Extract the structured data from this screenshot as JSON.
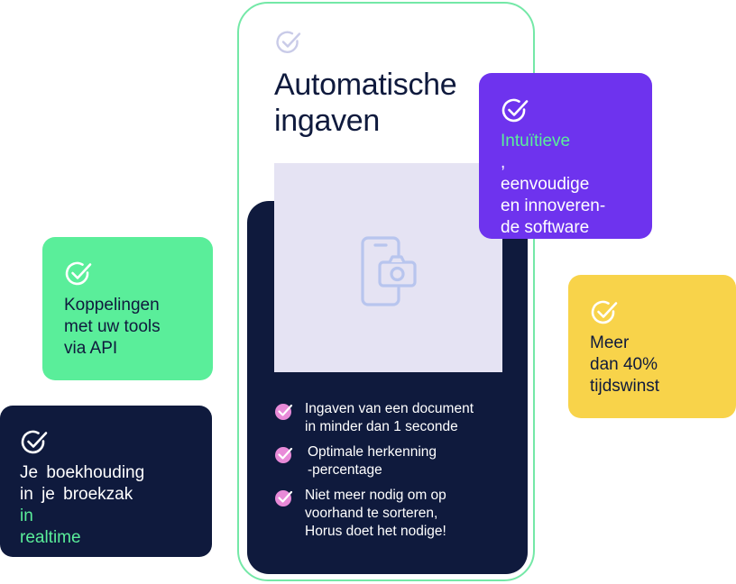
{
  "colors": {
    "navy": "#0f1a3d",
    "purple": "#6e33ee",
    "yellow": "#f8d34a",
    "green": "#5aee9a",
    "frame_green": "#74e8a7",
    "screen_lavender": "#e5e3f3",
    "bullet_pink": "#e88ad8"
  },
  "phone": {
    "check_icon": "check-circle-icon",
    "title_line1": "Automatische",
    "title_line2": "ingaven",
    "screen_icon": "phone-camera-icon",
    "features": [
      {
        "line1": "Ingaven van een document",
        "line2": "in minder dan 1 seconde",
        "line3": ""
      },
      {
        "line1": "Optimale herkenning",
        "line2": "-percentage",
        "line3": ""
      },
      {
        "line1": "Niet meer nodig om op",
        "line2": "voorhand te sorteren,",
        "line3": "Horus doet het nodige!"
      }
    ]
  },
  "cards": {
    "purple": {
      "icon": "check-circle-icon",
      "highlight": "Intuïtieve",
      "line1_rest": ",",
      "line2": "eenvoudige",
      "line3": "en innoveren-",
      "line4": "de software"
    },
    "yellow": {
      "icon": "check-circle-icon",
      "line1": "Meer",
      "line2": "dan 40%",
      "line3": "tijdswinst"
    },
    "green": {
      "icon": "check-circle-icon",
      "line1": "Koppelingen",
      "line2": "met uw tools",
      "line3": "via API"
    },
    "navy": {
      "icon": "check-circle-icon",
      "line1": "Je boekhouding",
      "line2_plain": "in je broekzak ",
      "line2_highlight": "in",
      "line3_highlight": "realtime"
    }
  }
}
